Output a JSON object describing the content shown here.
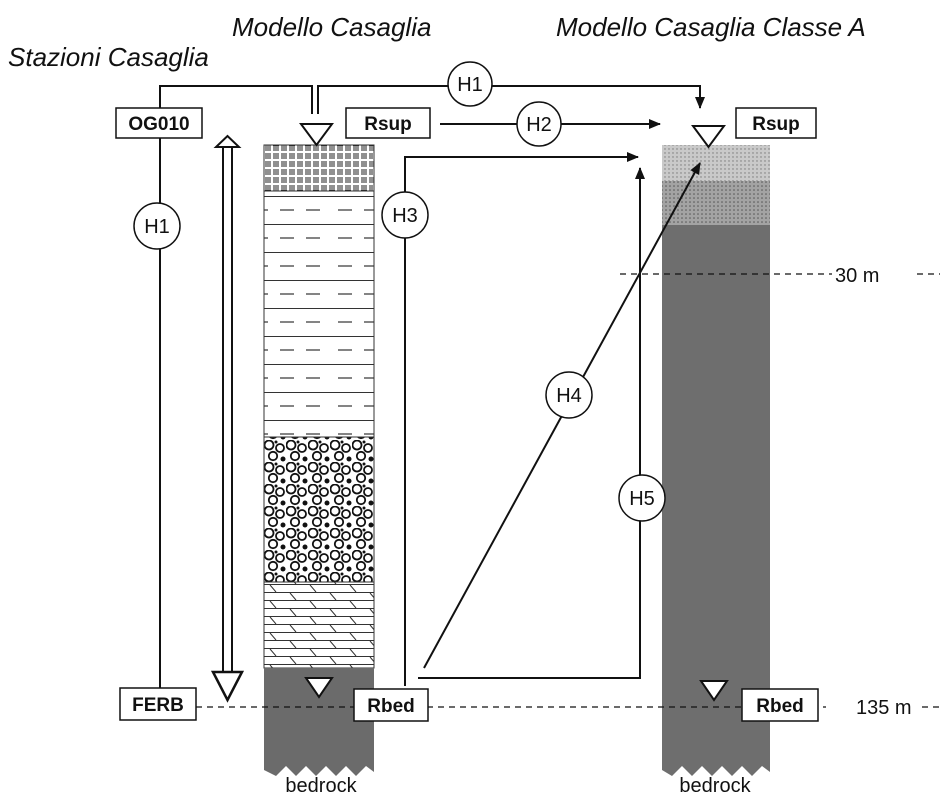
{
  "titles": {
    "stations": "Stazioni Casaglia",
    "model": "Modello Casaglia",
    "model_class_a": "Modello Casaglia Classe A"
  },
  "stations": {
    "top": "OG010",
    "bottom": "FERB"
  },
  "references": {
    "rsup_model": "Rsup",
    "rbed_model": "Rbed",
    "rsup_class_a": "Rsup",
    "rbed_class_a": "Rbed"
  },
  "ratios": {
    "h1_stations": "H1",
    "h1_top": "H1",
    "h2": "H2",
    "h3": "H3",
    "h4": "H4",
    "h5": "H5"
  },
  "depths": {
    "d30": "30 m",
    "d135": "135 m"
  },
  "bedrock": {
    "model": "bedrock",
    "class_a": "bedrock"
  },
  "colors": {
    "bedrock_fill": "#6b6b6b",
    "class_a_fill": "#6e6e6e",
    "class_a_top": "#c9c9c9",
    "class_a_upper": "#a5a5a5"
  }
}
